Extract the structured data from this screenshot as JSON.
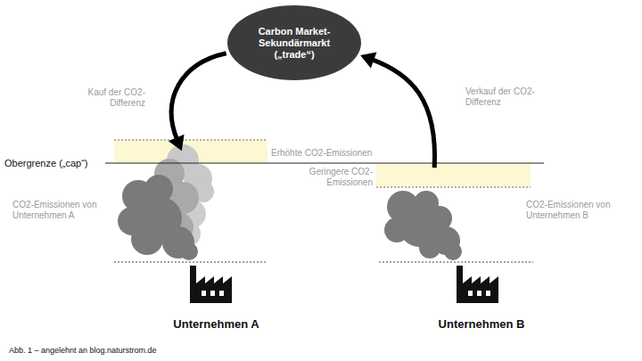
{
  "diagram": {
    "caption": "Abb. 1 – angelehnt an blog.naturstrom.de",
    "nodes": [
      {
        "text": [
          "Carbon Market- Sekundärmarkt („trade“)"
        ]
      },
      {
        "text": [
          "Unternehmen A"
        ]
      },
      {
        "text": [
          "Unternehmen B"
        ]
      }
    ],
    "edges": [
      {
        "from": 0,
        "to": 1,
        "arrow": "to",
        "label": "Kauf der CO2-Differenz"
      },
      {
        "from": 2,
        "to": 0,
        "arrow": "to",
        "label": "Verkauf der CO2-Differenz"
      }
    ],
    "labels": [
      "Obergrenze („cap“)",
      "Erhöhte CO2-Emissionen",
      "Geringere CO2-Emissionen",
      "CO2-Emissionen von Unternehmen A",
      "CO2-Emissionen von Unternehmen B"
    ]
  }
}
